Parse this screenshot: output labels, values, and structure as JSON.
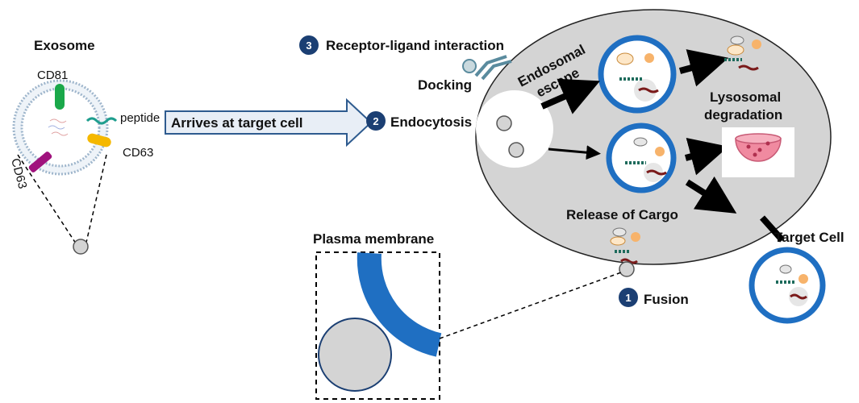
{
  "labels": {
    "exosome": "Exosome",
    "cd81": "CD81",
    "peptide": "peptide",
    "cd63_right": "CD63",
    "cd63_left": "CD63",
    "arrives": "Arrives at target cell",
    "receptor": "Receptor-ligand interaction",
    "docking": "Docking",
    "endocytosis": "Endocytosis",
    "endosomal_1": "Endosomal",
    "endosomal_2": "escape",
    "lysosomal_1": "Lysosomal",
    "lysosomal_2": "degradation",
    "release": "Release of Cargo",
    "plasma": "Plasma membrane",
    "target": "Target Cell",
    "fusion": "Fusion"
  },
  "steps": {
    "fusion": "1",
    "endocytosis": "2",
    "receptor": "3"
  },
  "colors": {
    "cell": "#d4d4d4",
    "membrane_blue": "#1f6fc2",
    "badge": "#1b3f73",
    "arrow_fill": "#e8eef6",
    "arrow_stroke": "#2e5b8f",
    "cd81": "#1aa84a",
    "cd63_yellow": "#f5b800",
    "cd63_magenta": "#a0127d",
    "lysosome": "#f08aa0"
  }
}
